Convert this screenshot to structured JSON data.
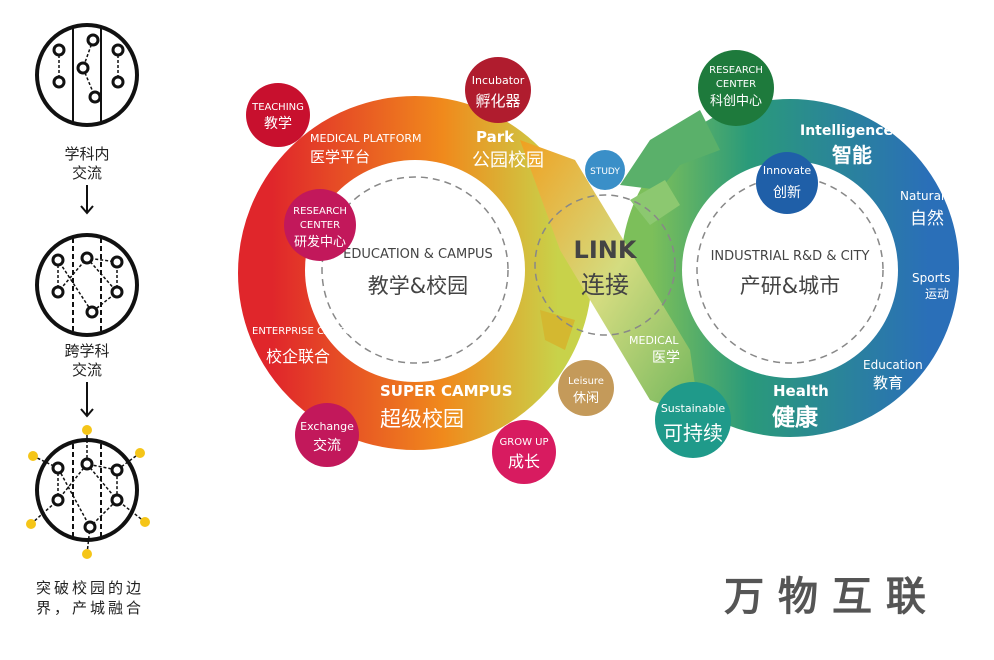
{
  "left_panel": {
    "stages": [
      {
        "label_line1": "学科内",
        "label_line2": "交流"
      },
      {
        "label_line1": "跨学科",
        "label_line2": "交流"
      },
      {
        "label_line1": "突破校园的边",
        "label_line2": "界，产城融合"
      }
    ]
  },
  "colors": {
    "red": "#e0262b",
    "orange": "#f08a1c",
    "yellow_green": "#c8d24a",
    "green": "#4aa45a",
    "blue": "#2a78b8",
    "accent_yellow": "#f5c518"
  },
  "left_ring": {
    "center_en": "EDUCATION & CAMPUS",
    "center_cn": "教学&校园",
    "labels": [
      {
        "en": "MEDICAL PLATFORM",
        "cn": "医学平台"
      },
      {
        "en": "Park",
        "cn": "公园校园"
      },
      {
        "en": "ENTERPRISE CAMPUS COOPERATION",
        "cn": "校企联合"
      },
      {
        "en": "SUPER CAMPUS",
        "cn": "超级校园"
      }
    ]
  },
  "link": {
    "en": "LINK",
    "cn": "连接"
  },
  "right_ring": {
    "center_en": "INDUSTRIAL R&D & CITY",
    "center_cn": "产研&城市",
    "labels": [
      {
        "en": "Intelligence",
        "cn": "智能"
      },
      {
        "en": "Natural",
        "cn": "自然"
      },
      {
        "en": "Sports",
        "cn": "运动"
      },
      {
        "en": "Education",
        "cn": "教育"
      },
      {
        "en": "Health",
        "cn": "健康"
      },
      {
        "en": "MEDICAL",
        "cn": "医学"
      }
    ]
  },
  "bubbles": [
    {
      "en": "TEACHING",
      "cn": "教学",
      "color": "#c8102e"
    },
    {
      "en": "Incubator",
      "cn": "孵化器",
      "color": "#b01c2e"
    },
    {
      "en": "RESEARCH",
      "en2": "CENTER",
      "cn": "研发中心",
      "color": "#c2185b"
    },
    {
      "en": "Exchange",
      "cn": "交流",
      "color": "#c2185b"
    },
    {
      "en": "GROW UP",
      "cn": "成长",
      "color": "#d81b60"
    },
    {
      "en": "Leisure",
      "cn": "休闲",
      "color": "#c49a5a"
    },
    {
      "en": "STUDY",
      "color": "#3a8fc8"
    },
    {
      "en": "RESEARCH",
      "en2": "CENTER",
      "cn": "科创中心",
      "color": "#1e7a3c"
    },
    {
      "en": "Innovate",
      "cn": "创新",
      "color": "#1f5fa8"
    },
    {
      "en": "Sustainable",
      "cn": "可持续",
      "color": "#1f9a8a"
    }
  ],
  "slogan": "万 物 互 联"
}
